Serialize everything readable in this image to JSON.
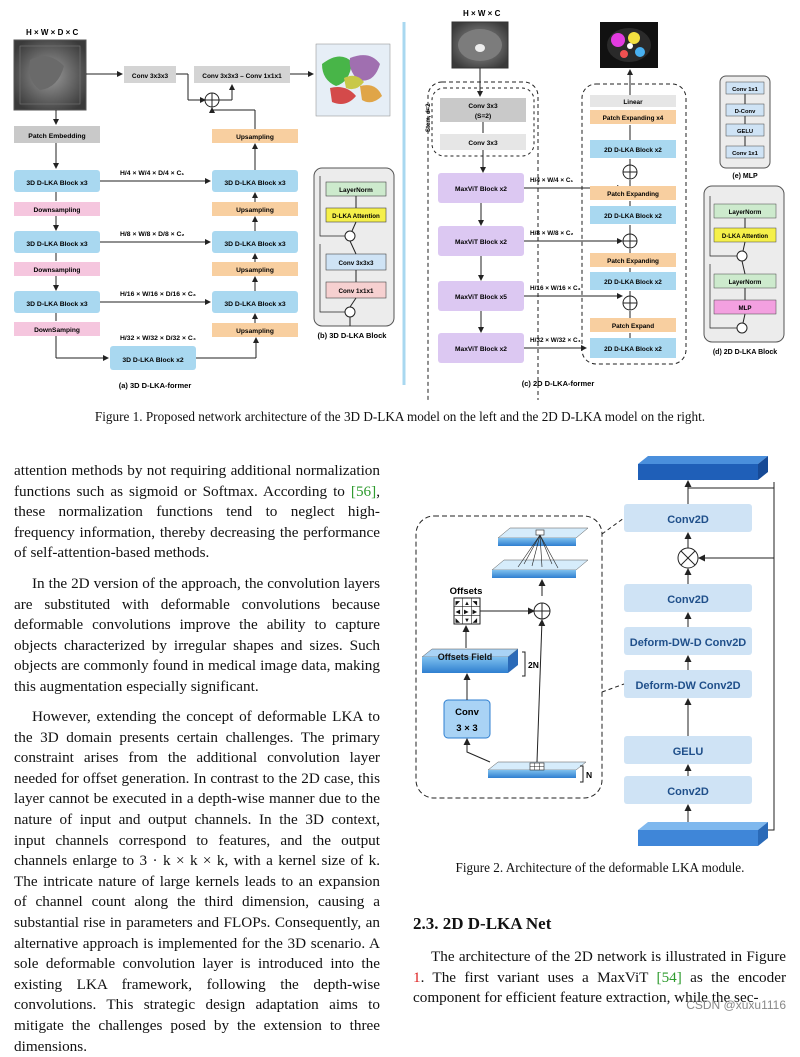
{
  "fig1": {
    "a": {
      "input_dim": "H × W × D × C",
      "patch_embedding": "Patch Embedding",
      "top_conv": "Conv 3x3x3",
      "top_conv2": "Conv 3x3x3 – Conv 1x1x1",
      "block_x3": "3D D-LKA Block x3",
      "block_x2": "3D D-LKA Block x2",
      "downsampling": "Downsampling",
      "downsamping": "DownSamping",
      "upsampling": "Upsampling",
      "skip1": "H/4 × W/4 × D/4 × C₁",
      "skip2": "H/8 × W/8 × D/8 × C₂",
      "skip3": "H/16 × W/16 × D/16 × C₃",
      "skip4": "H/32 × W/32 × D/32 × C₄",
      "caption": "(a) 3D D-LKA-former"
    },
    "b": {
      "layernorm": "LayerNorm",
      "attention": "D-LKA Attention",
      "conv3": "Conv 3x3x3",
      "conv1": "Conv 1x1x1",
      "caption": "(b) 3D D-LKA Block"
    },
    "c": {
      "input_dim": "H × W × C",
      "stem": "Stem, d=2",
      "conv_s2": "Conv 3x3",
      "s2": "(S=2)",
      "conv": "Conv 3x3",
      "maxvit_x2": "MaxViT Block x2",
      "maxvit_x5": "MaxViT Block x5",
      "linear": "Linear",
      "pe_x4": "Patch Expanding x4",
      "block_x2": "2D D-LKA Block x2",
      "pe": "Patch Expanding",
      "pe_short": "Patch Expand",
      "skip1": "H/4 × W/4 × C₁",
      "skip2": "H/8 × W/8 × C₂",
      "skip3": "H/16 × W/16 × C₃",
      "skip4": "H/32 × W/32 × C₄",
      "caption": "(c) 2D D-LKA-former"
    },
    "mlp": {
      "conv1": "Conv 1x1",
      "dconv": "D-Conv",
      "gelu": "GELU",
      "caption": "(e) MLP"
    },
    "d": {
      "layernorm": "LayerNorm",
      "attention": "D-LKA Attention",
      "mlp": "MLP",
      "caption": "(d) 2D D-LKA Block"
    },
    "caption": "Figure 1. Proposed network architecture of the 3D D-LKA model on the left and the 2D D-LKA model on the right."
  },
  "fig2": {
    "offsets": "Offsets",
    "offsets_field": "Offsets Field",
    "two_n": "2N",
    "n": "N",
    "conv": "Conv",
    "conv_k": "3 × 3",
    "conv2d": "Conv2D",
    "deform_dw_d": "Deform-DW-D Conv2D",
    "deform_dw": "Deform-DW Conv2D",
    "gelu": "GELU",
    "caption": "Figure 2. Architecture of the deformable LKA module."
  },
  "text": {
    "p1": "attention methods by not requiring additional normalization functions such as sigmoid or Softmax. According to",
    "p1_cite": "[56]",
    "p1_rest": ", these normalization functions tend to neglect high-frequency information, thereby decreasing the performance of self-attention-based methods.",
    "p2": "In the 2D version of the approach, the convolution layers are substituted with deformable convolutions because deformable convolutions improve the ability to capture objects characterized by irregular shapes and sizes. Such objects are commonly found in medical image data, making this augmentation especially significant.",
    "p3": "However, extending the concept of deformable LKA to the 3D domain presents certain challenges. The primary constraint arises from the additional convolution layer needed for offset generation. In contrast to the 2D case, this layer cannot be executed in a depth-wise manner due to the nature of input and output channels. In the 3D context, input channels correspond to features, and the output channels enlarge to 3 · k × k × k, with a kernel size of k. The intricate nature of large kernels leads to an expansion of channel count along the third dimension, causing a substantial rise in parameters and FLOPs. Consequently, an alternative approach is implemented for the 3D scenario. A sole deformable convolution layer is introduced into the existing LKA framework, following the depth-wise convolutions. This strategic design adaptation aims to mitigate the challenges posed by the extension to three dimensions.",
    "sec_title": "2.3. 2D D-LKA Net",
    "p4a": "The architecture of the 2D network is illustrated in Figure",
    "p4_cite1": "1",
    "p4b": ". The first variant uses a MaxViT",
    "p4_cite2": "[54]",
    "p4c": "as the encoder component for efficient feature extraction, while the sec-",
    "watermark": "CSDN @xuxu1116"
  },
  "colors": {
    "blue_box": "#a9d8f0",
    "pink": "#f5c6de",
    "orange": "#f8cfa0",
    "purple": "#dcc8f2",
    "gray": "#c9c9c9",
    "fig2_box": "#cfe3f5",
    "fig2_text": "#1f4f8a"
  }
}
